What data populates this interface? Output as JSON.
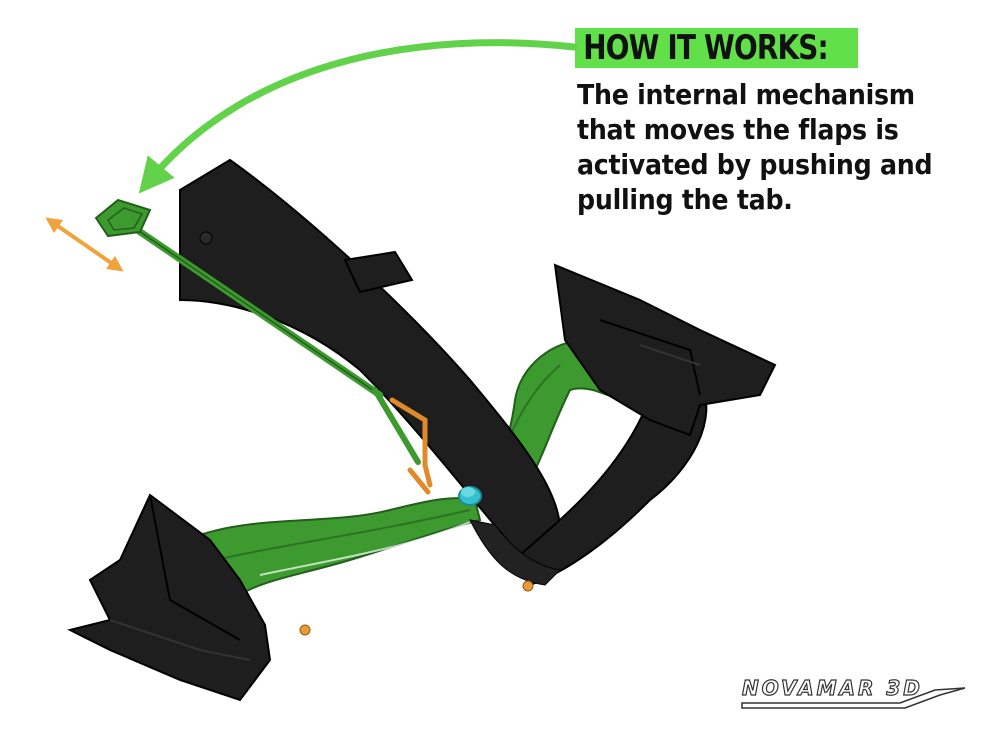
{
  "heading": "HOW IT WORKS:",
  "description": "The internal mechanism that moves the flaps is activated by pushing and pulling the tab.",
  "logo_text": "NOVAMAR 3D",
  "colors": {
    "heading_highlight": "#62e04a",
    "curved_arrow": "#62d24a",
    "push_pull_arrow": "#f0a33a",
    "wing_body": "#1e1e1e",
    "mechanism": "#3c9a2f",
    "linkage": "#e08a2a",
    "pivot": "#35c2cf"
  },
  "icons": [
    "curved-arrow-icon",
    "double-arrow-icon",
    "novamar-logo-icon"
  ]
}
